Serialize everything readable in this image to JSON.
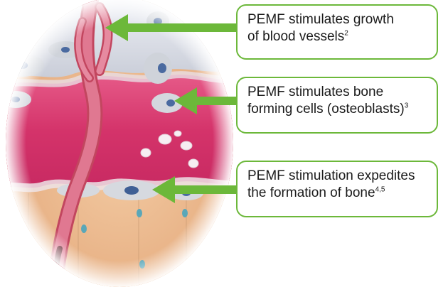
{
  "callouts": [
    {
      "line1": "PEMF stimulates growth",
      "line2": "of blood vessels",
      "ref": "2"
    },
    {
      "line1": "PEMF stimulates bone",
      "line2": "forming cells (osteoblasts)",
      "ref": "3"
    },
    {
      "line1": "PEMF stimulation expedites",
      "line2": "the formation of bone",
      "ref": "4,5"
    }
  ],
  "colors": {
    "arrow": "#6cb83a",
    "callout_border": "#6cb83a",
    "tissue_pink": "#d83a6e",
    "bone_tan": "#e8b58a",
    "vessel": "#d9607c"
  }
}
